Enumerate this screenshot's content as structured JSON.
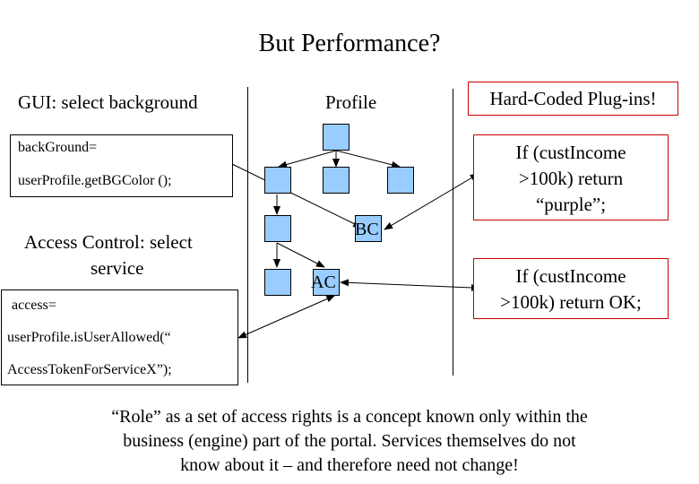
{
  "title": "But Performance?",
  "left": {
    "gui_heading": "GUI: select background",
    "gui_code": [
      "backGround=",
      "userProfile.getBGColor ();"
    ],
    "access_heading_line1": "Access Control: select",
    "access_heading_line2": "service",
    "access_code": [
      "access=",
      "userProfile.isUserAllowed(“",
      "AccessTokenForServiceX”);"
    ]
  },
  "center": {
    "heading": "Profile",
    "bc_label": "BC",
    "ac_label": "AC"
  },
  "right": {
    "plugins_title": "Hard-Coded Plug-ins!",
    "plugin1": [
      "If (custIncome",
      ">100k) return",
      "“purple”;"
    ],
    "plugin2": [
      "If (custIncome",
      ">100k) return OK;"
    ]
  },
  "footer": [
    "“Role” as a set of access rights is a concept known only within the",
    "business (engine) part of the portal. Services themselves do not",
    "know about it – and therefore need not change!"
  ],
  "colors": {
    "node_fill": "#99ccff",
    "plugin_border": "#cc0000"
  }
}
